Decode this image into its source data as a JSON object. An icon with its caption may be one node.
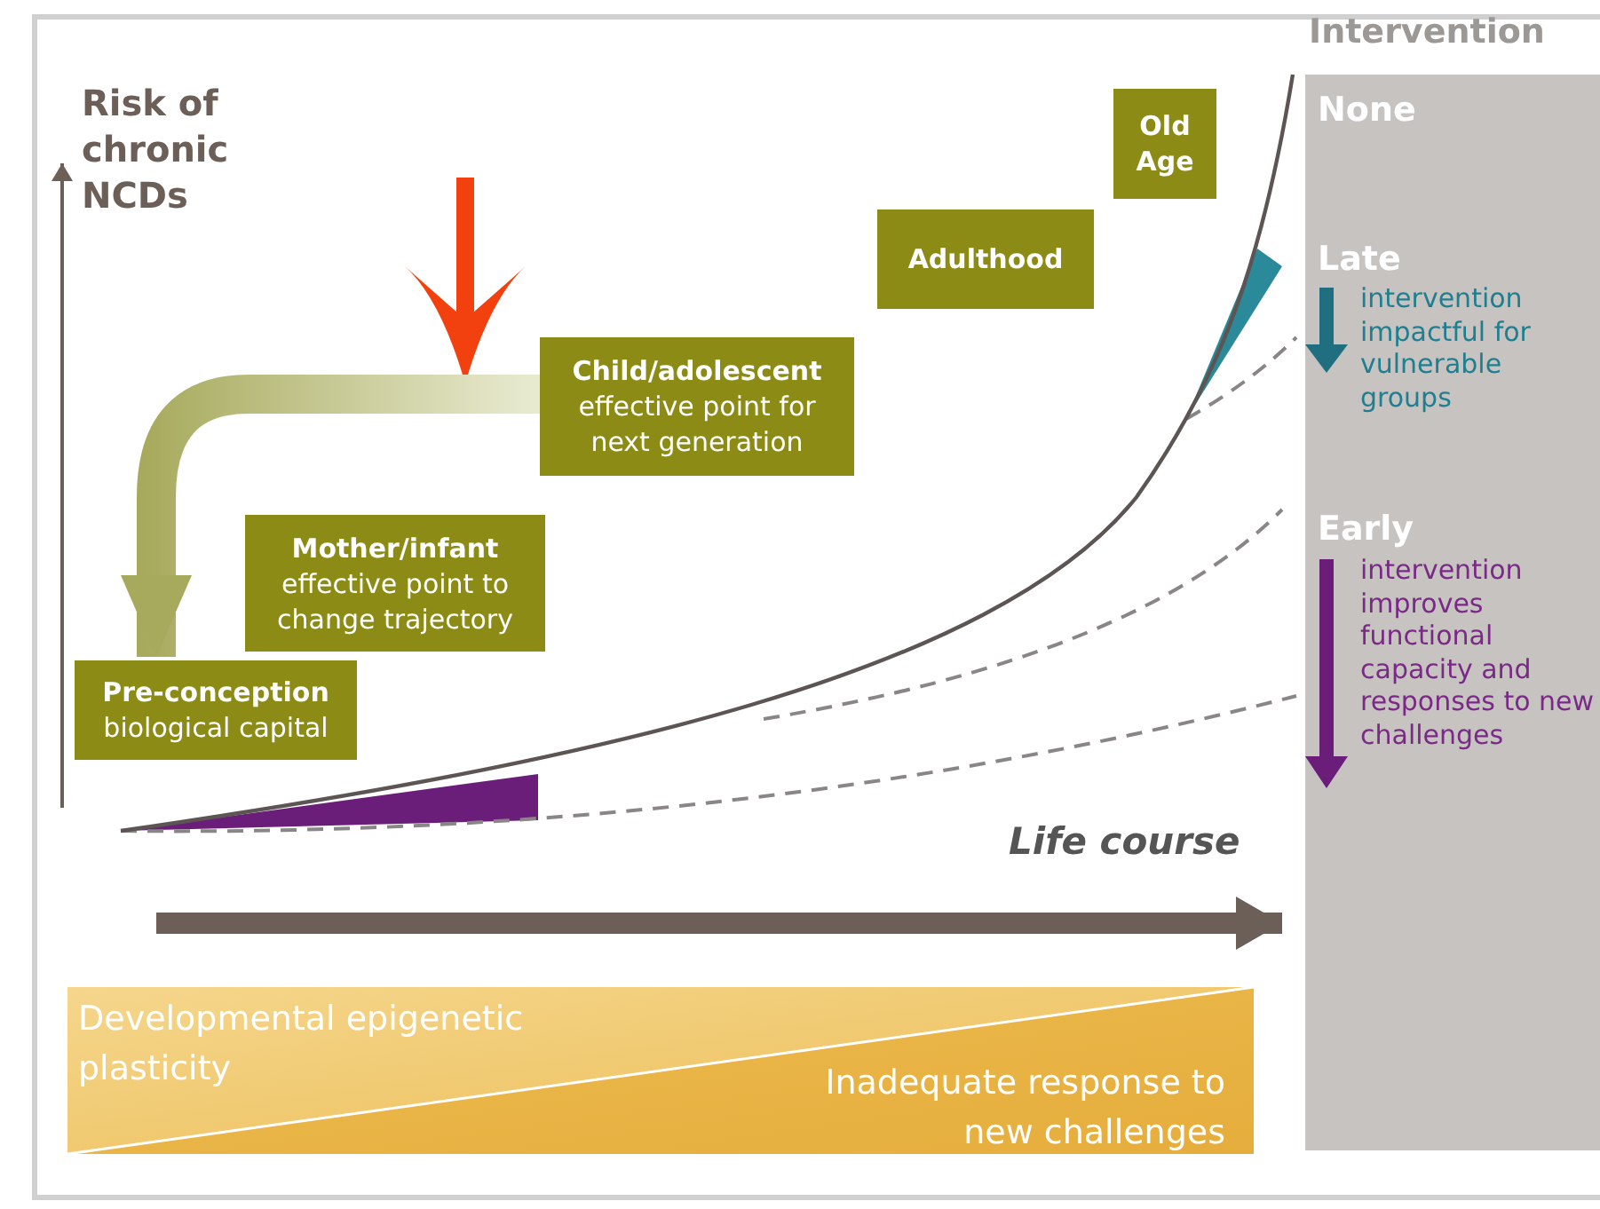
{
  "diagram": {
    "nodes": [
      {
        "text": [
          "Old Age"
        ]
      },
      {
        "text": [
          "Adulthood"
        ]
      },
      {
        "text": [
          "Child/adolescent",
          "effective point for next generation"
        ]
      },
      {
        "text": [
          "Mother/infant",
          "effective point to change trajectory"
        ]
      },
      {
        "text": [
          "Pre-conception",
          "biological capital"
        ]
      },
      {
        "text": [
          "Intervention",
          "None",
          "Late",
          "intervention impactful for vulnerable groups",
          "Early",
          "intervention improves functional capacity and responses to new challenges"
        ]
      },
      {
        "text": [
          "Developmental epigenetic plasticity",
          "Inadequate response to new challenges"
        ]
      }
    ],
    "edges": [
      {
        "from": 2,
        "to": 4,
        "arrow": "to"
      }
    ],
    "labels": [
      "Risk of chronic NCDs",
      "Life course"
    ]
  }
}
